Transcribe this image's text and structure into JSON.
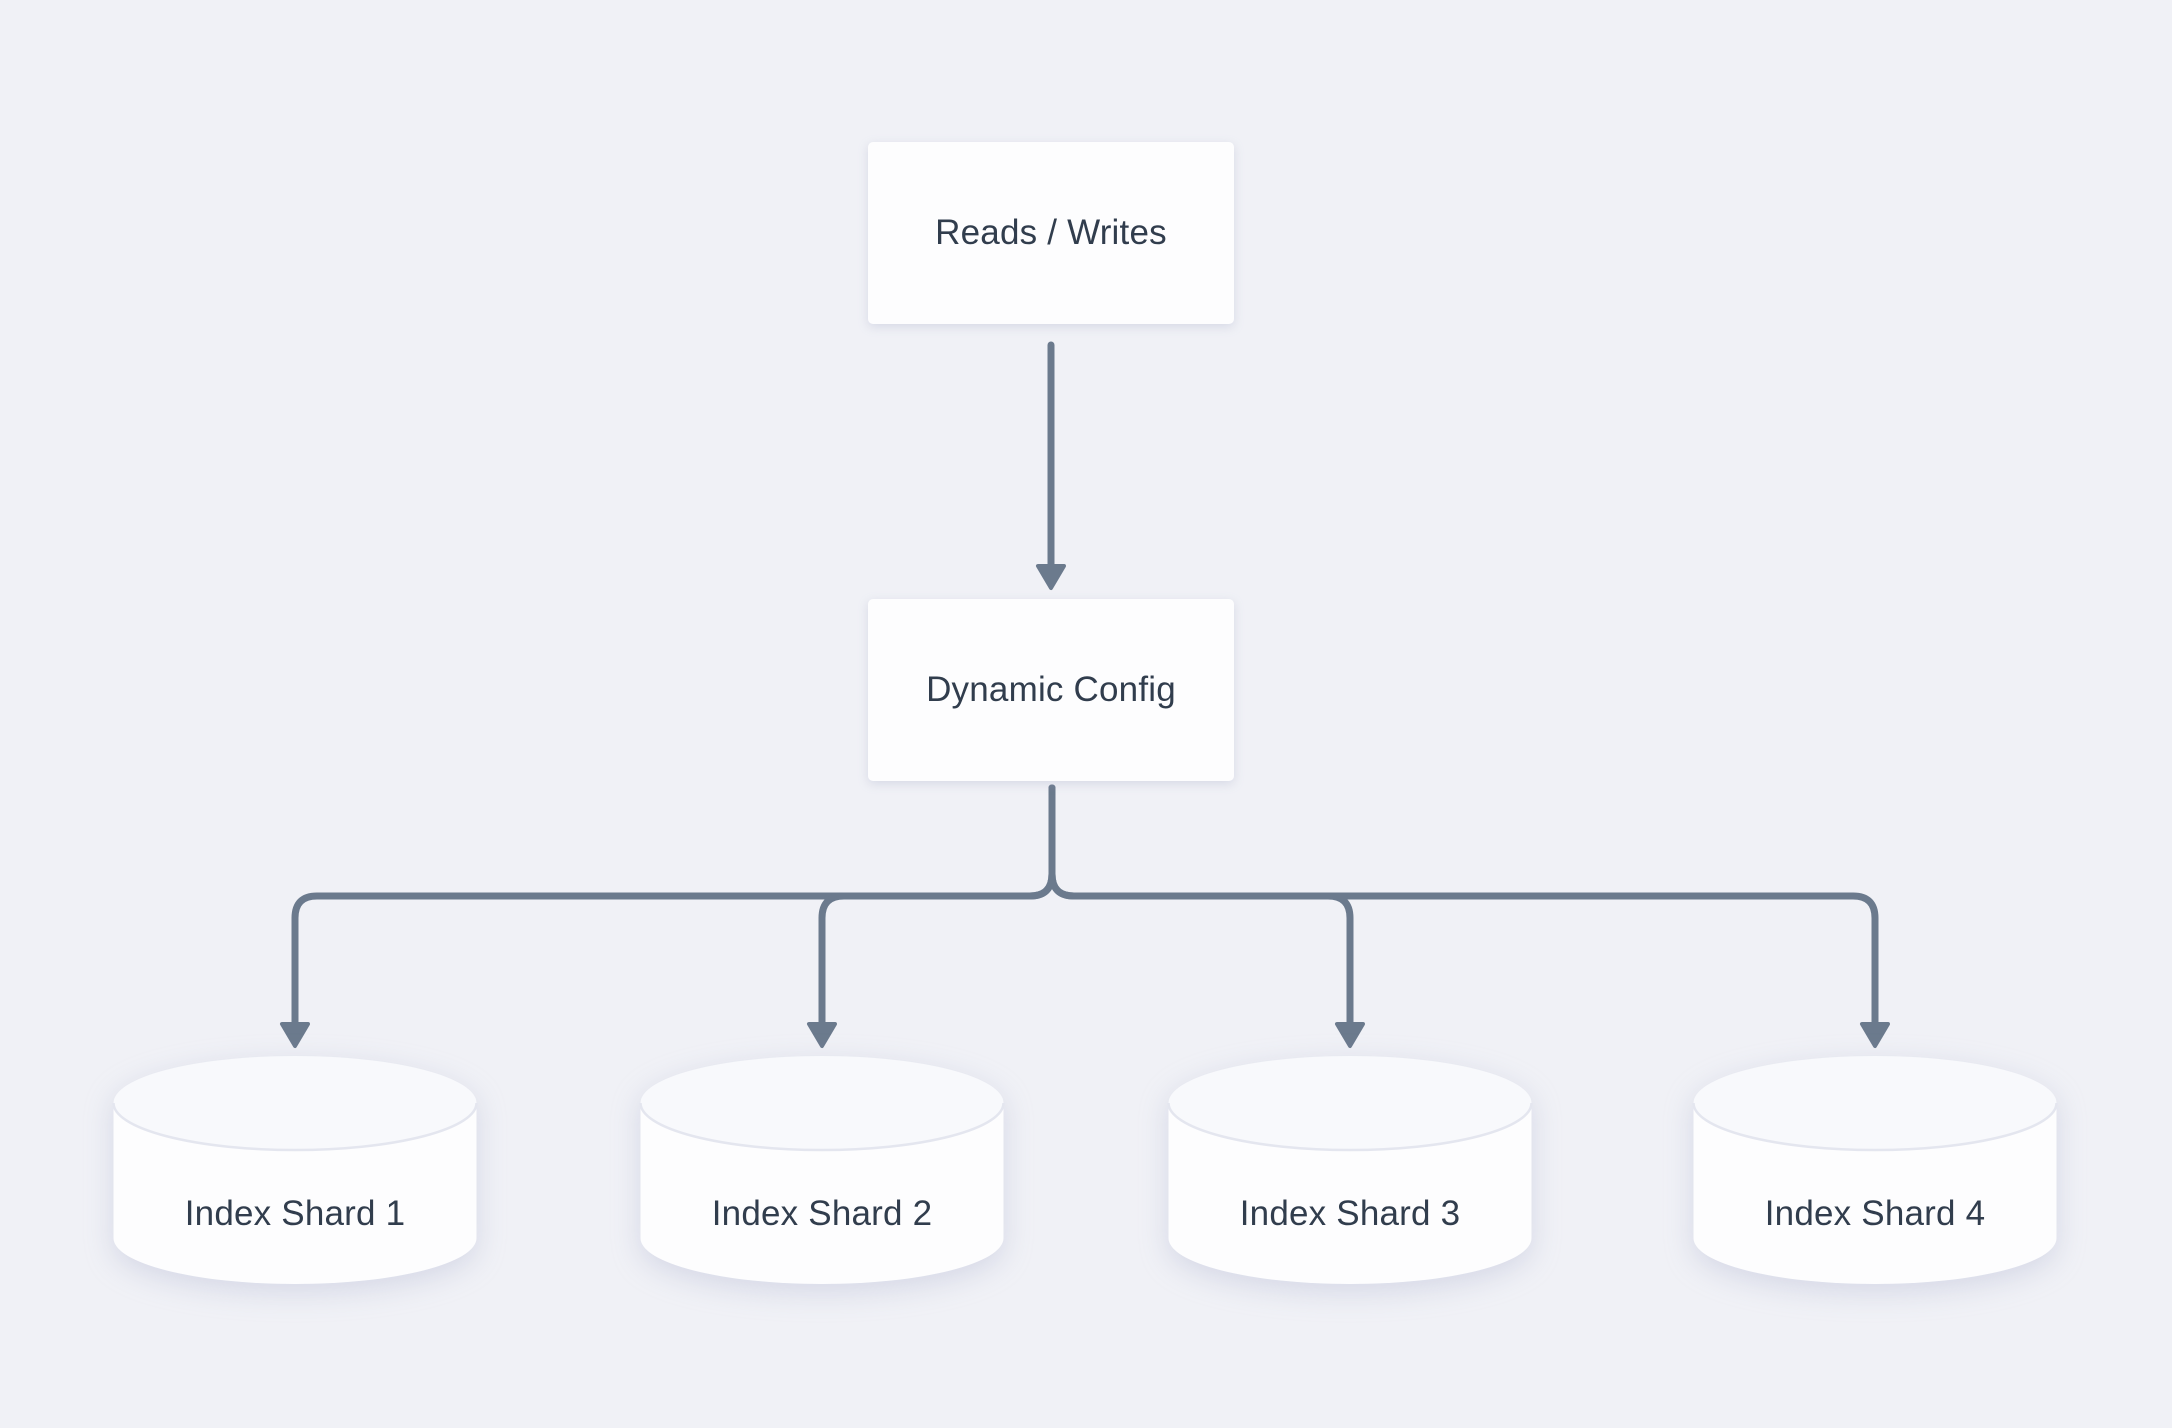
{
  "diagram": {
    "background_color": "#f0f1f6",
    "connector_color": "#6b7a8d",
    "node_fill_color": "#fdfdfe",
    "text_color": "#313d4d",
    "nodes": {
      "reads_writes": {
        "label": "Reads / Writes"
      },
      "dynamic_config": {
        "label": "Dynamic Config"
      }
    },
    "shards": [
      {
        "label": "Index Shard 1"
      },
      {
        "label": "Index Shard 2"
      },
      {
        "label": "Index Shard 3"
      },
      {
        "label": "Index Shard 4"
      }
    ]
  }
}
